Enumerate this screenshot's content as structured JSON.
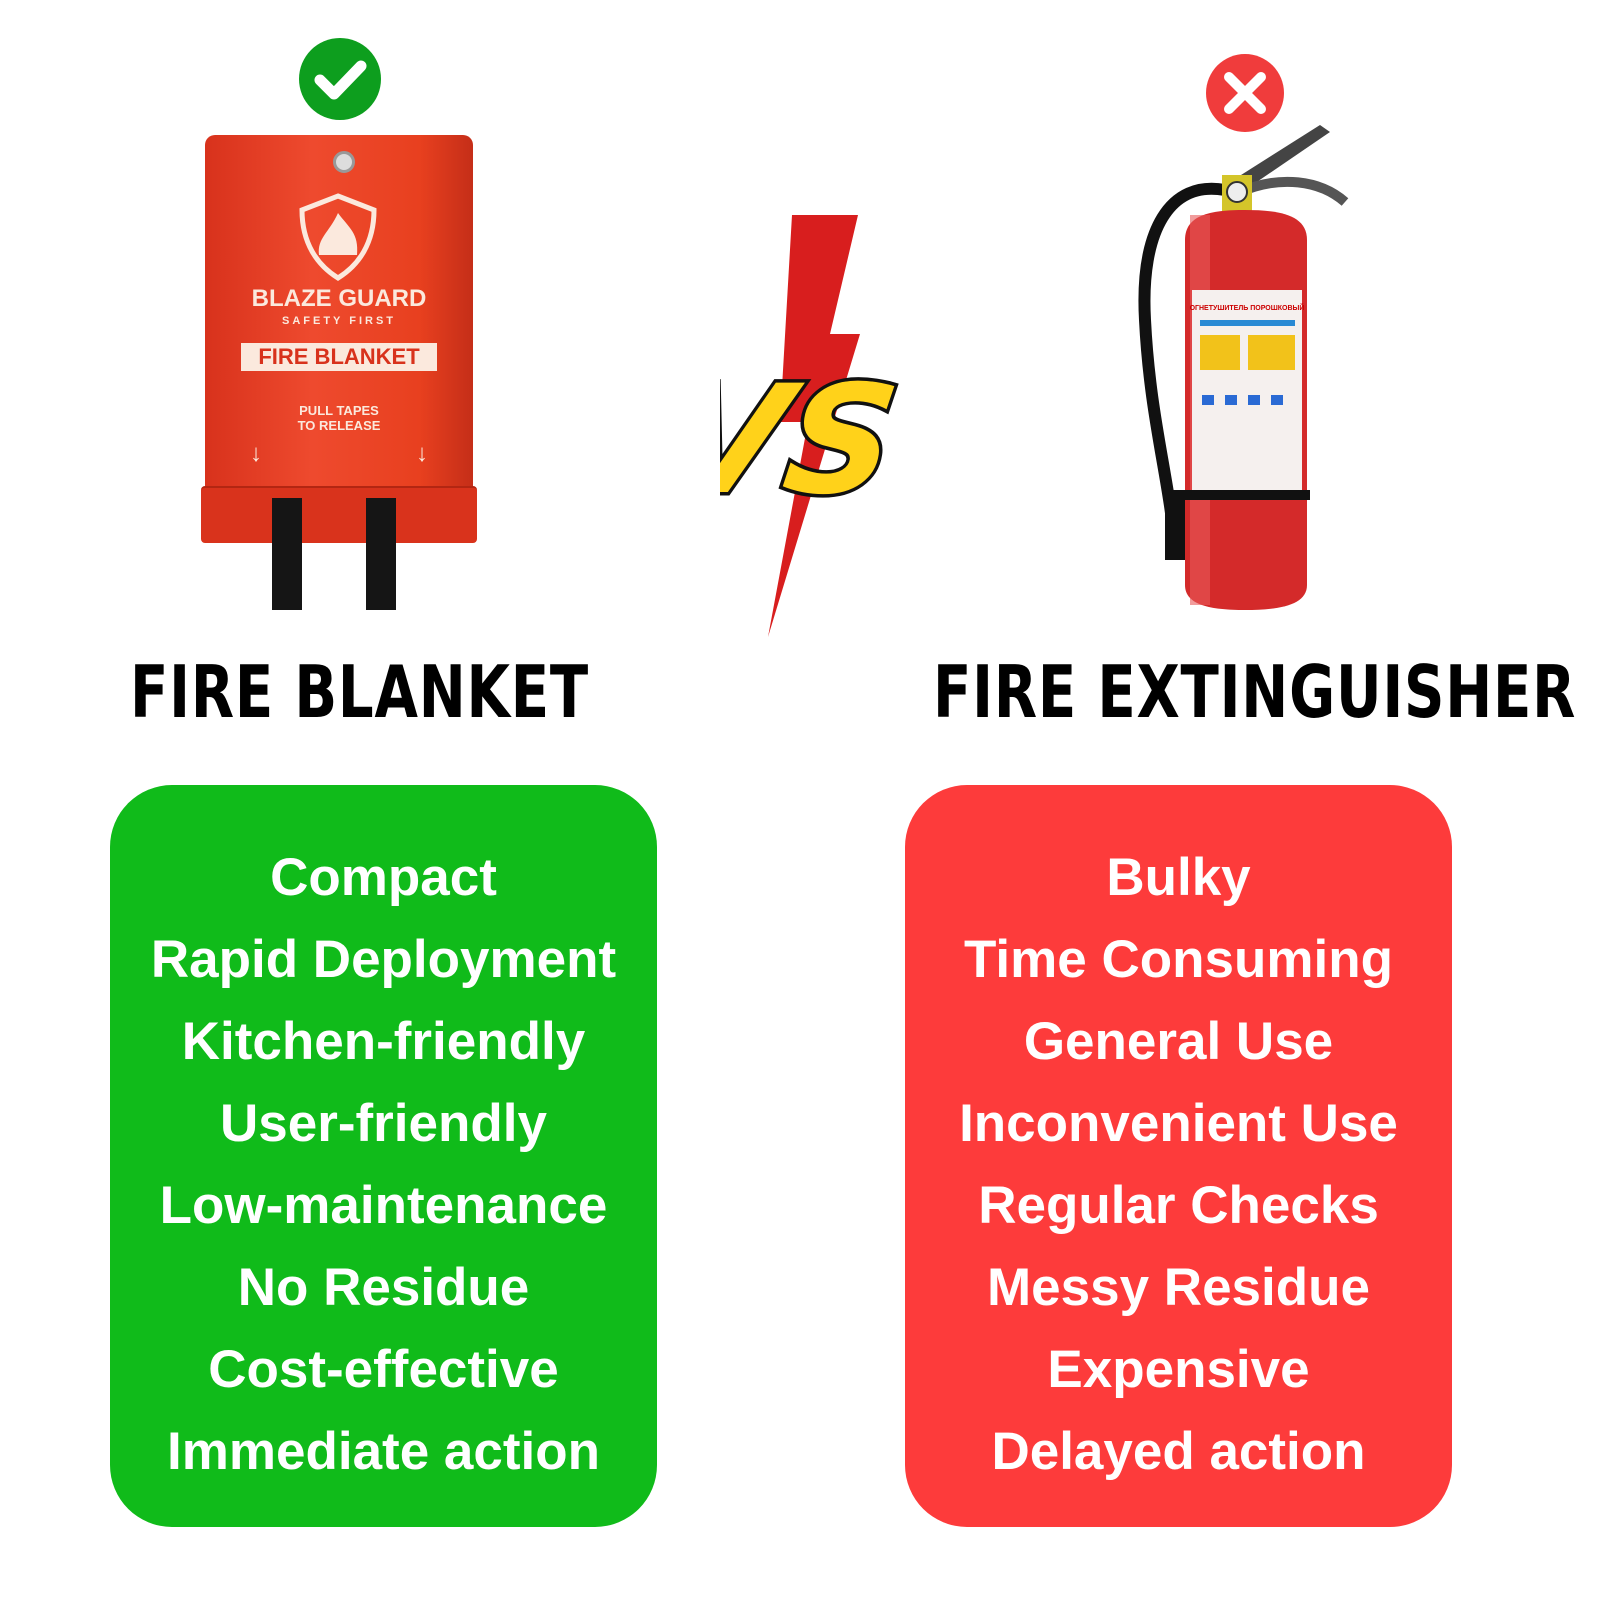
{
  "left": {
    "status_icon": "check-circle-icon",
    "status_color": "#0d9e1e",
    "product_label": {
      "brand": "BLAZE GUARD",
      "tagline": "SAFETY FIRST",
      "name": "FIRE BLANKET",
      "instruction_1": "PULL TAPES",
      "instruction_2": "TO RELEASE"
    },
    "title": "FIRE BLANKET",
    "box_color": "#10bb1a",
    "items": [
      "Compact",
      "Rapid Deployment",
      "Kitchen-friendly",
      "User-friendly",
      "Low-maintenance",
      "No Residue",
      "Cost-effective",
      "Immediate action"
    ]
  },
  "center": {
    "vs_label": "VS",
    "vs_color": "#ffd21a",
    "bolt_color": "#d81e1e"
  },
  "right": {
    "status_icon": "x-circle-icon",
    "status_color": "#f03c3c",
    "product_label": "ОГНЕТУШИТЕЛЬ ПОРОШКОВЫЙ",
    "title": "FIRE EXTINGUISHER",
    "box_color": "#fd3b3b",
    "items": [
      "Bulky",
      "Time Consuming",
      "General Use",
      "Inconvenient Use",
      "Regular Checks",
      "Messy Residue",
      "Expensive",
      "Delayed action"
    ]
  }
}
